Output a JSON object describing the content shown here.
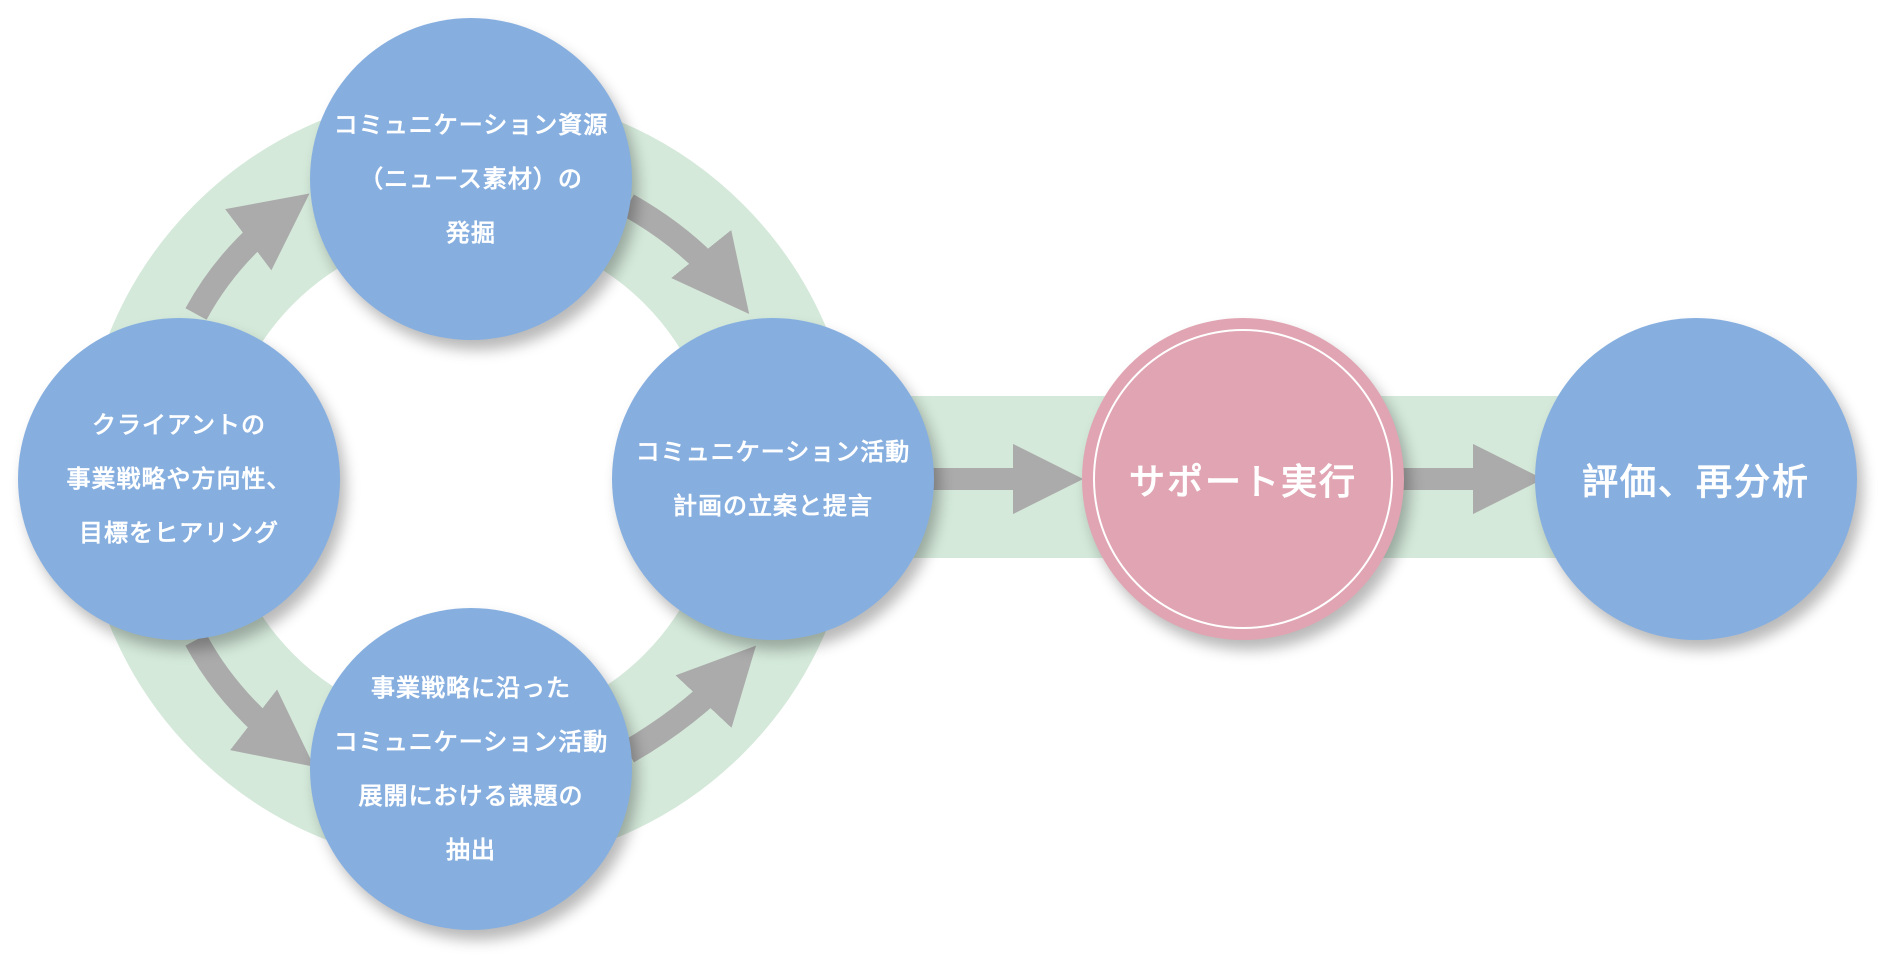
{
  "nodes": {
    "client": {
      "lines": [
        "クライアントの",
        "事業戦略や方向性、",
        "目標をヒアリング"
      ]
    },
    "resource": {
      "lines": [
        "コミュニケーション資源",
        "（ニュース素材）の",
        "発掘"
      ]
    },
    "plan": {
      "lines": [
        "コミュニケーション活動",
        "計画の立案と提言"
      ]
    },
    "issue": {
      "lines": [
        "事業戦略に沿った",
        "コミュニケーション活動",
        "展開における課題の",
        "抽出"
      ]
    },
    "support": {
      "label": "サポート実行"
    },
    "eval": {
      "label": "評価、再分析"
    }
  },
  "colors": {
    "node_blue": "#86afe0",
    "node_pink": "#e0a4b2",
    "band_green": "#d4e9da",
    "arrow_gray": "#ababab",
    "text": "#ffffff"
  }
}
